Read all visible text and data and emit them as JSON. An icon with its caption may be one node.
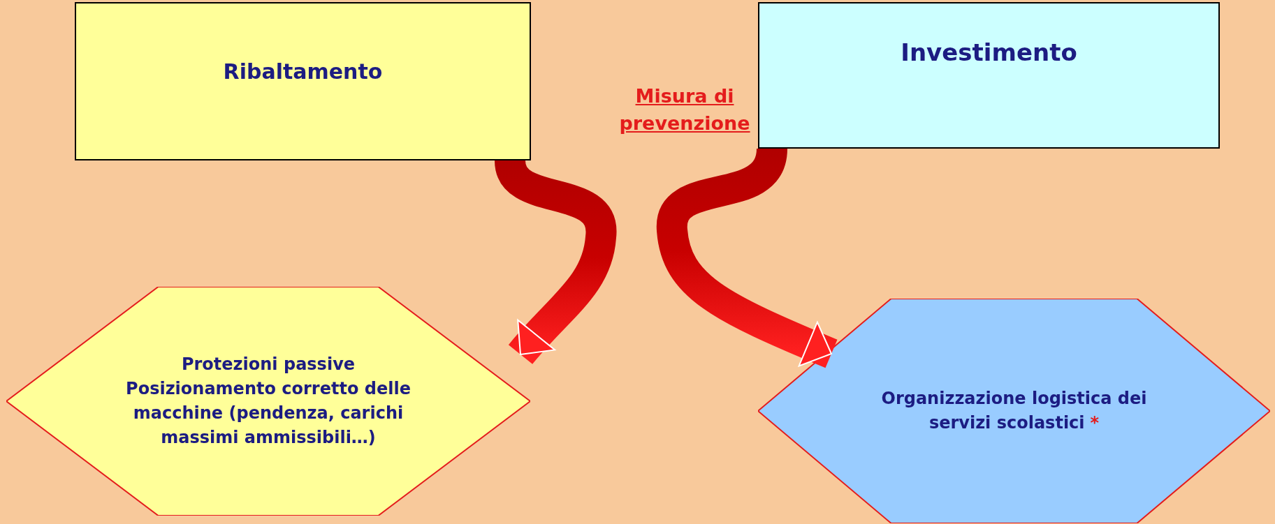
{
  "diagram": {
    "nodes": [
      {
        "text": [
          "Ribaltamento"
        ]
      },
      {
        "text": [
          "Investimento"
        ]
      },
      {
        "text": [
          "Protezioni passive Posizionamento corretto delle macchine (pendenza, carichi massimi ammissibili…)"
        ]
      },
      {
        "text": [
          "Organizzazione logistica dei servizi scolastici",
          "*"
        ]
      }
    ],
    "edges": [
      {
        "from": 0,
        "to": 2,
        "arrow": "to",
        "style": "thick"
      },
      {
        "from": 1,
        "to": 3,
        "arrow": "to",
        "style": "thick"
      }
    ],
    "labels": [
      "Misura di prevenzione"
    ]
  }
}
